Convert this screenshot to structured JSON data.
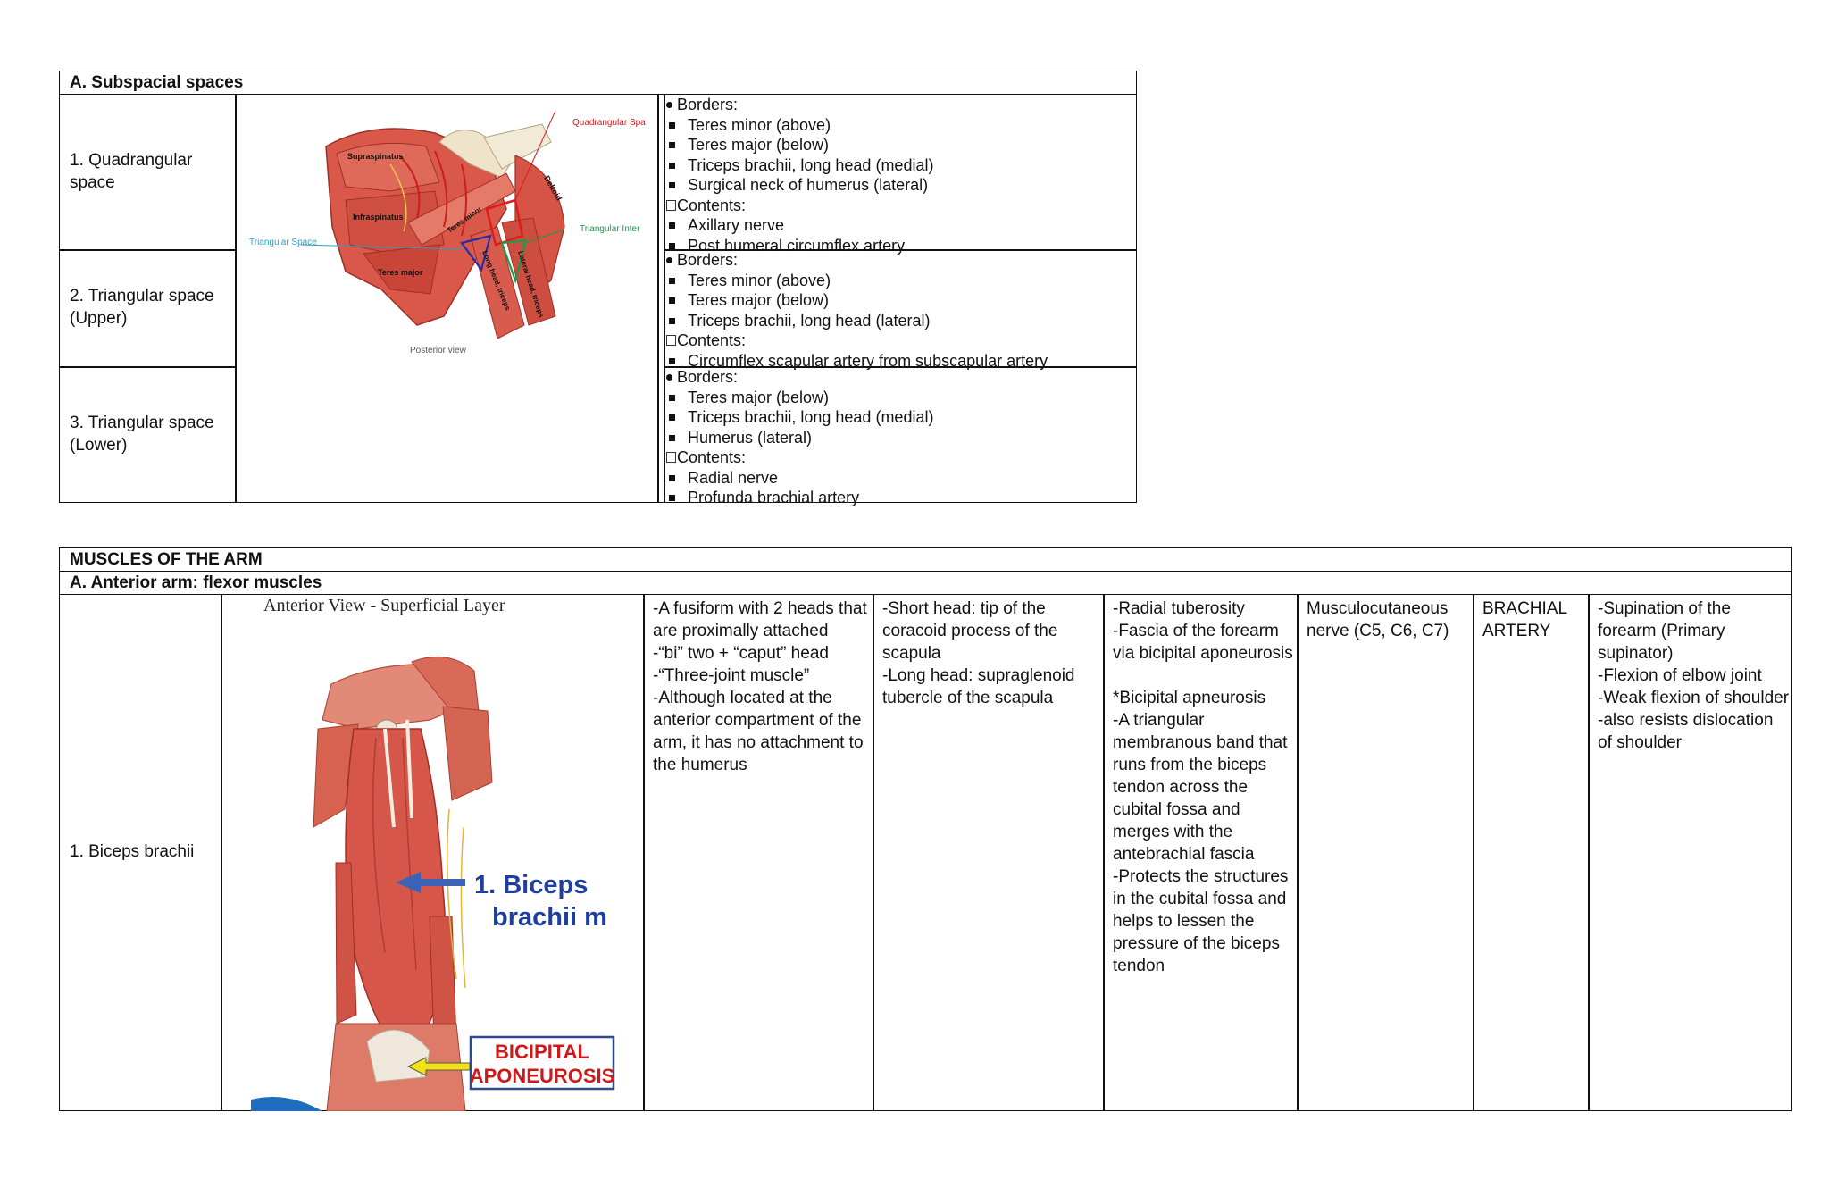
{
  "subspacial": {
    "heading": "A. Subspacial spaces",
    "rows": [
      {
        "name": "1. Quadrangular space",
        "borders_label": "Borders:",
        "borders": [
          "Teres minor (above)",
          "Teres major (below)",
          "Triceps brachii, long head (medial)",
          "Surgical neck of humerus (lateral)"
        ],
        "contents_label": "Contents:",
        "contents": [
          "Axillary nerve",
          "Post humeral circumflex artery"
        ]
      },
      {
        "name": "2. Triangular space (Upper)",
        "borders_label": "Borders:",
        "borders": [
          "Teres minor (above)",
          "Teres major (below)",
          "Triceps brachii, long head (lateral)"
        ],
        "contents_label": "Contents:",
        "contents": [
          "Circumflex scapular artery from subscapular artery"
        ]
      },
      {
        "name": "3. Triangular space (Lower)",
        "borders_label": "Borders:",
        "borders": [
          "Teres major (below)",
          "Triceps brachii, long head (medial)",
          "Humerus (lateral)"
        ],
        "contents_label": "Contents:",
        "contents": [
          "Radial nerve",
          "Profunda brachial artery"
        ]
      }
    ],
    "figure": {
      "supraspinatus": "Supraspinatus",
      "infraspinatus": "Infraspinatus",
      "teres_minor": "Teres minor",
      "teres_major": "Teres major",
      "long_head_triceps": "Long head, triceps",
      "lateral_head_triceps": "Lateral head, triceps",
      "deltoid": "Deltoid",
      "quadrangular": "Quadrangular Spa",
      "triangular_space": "Triangular Space",
      "triangular_inter": "Triangular Inter",
      "posterior_view": "Posterior view"
    }
  },
  "muscles": {
    "heading": "MUSCLES OF THE ARM",
    "subheading": "A. Anterior arm: flexor muscles",
    "row": {
      "name": "1. Biceps brachii",
      "description": "-A fusiform with 2 heads that\nare proximally attached\n  -“bi” two + “caput” head\n  -“Three-joint muscle”\n-Although located at the\nanterior compartment of the\narm, it has no attachment to\nthe humerus",
      "origin": "-Short head: tip of the\ncoracoid process of the\nscapula\n-Long head: supraglenoid\ntubercle of the scapula",
      "insertion": "-Radial tuberosity\n-Fascia of the forearm\nvia bicipital aponeurosis\n\n*Bicipital apneurosis\n-A triangular\nmembranous band that\nruns from the biceps\ntendon across the\ncubital fossa and\nmerges with the\nantebrachial fascia\n-Protects the structures\nin the cubital fossa and\nhelps to lessen the\npressure of the biceps\ntendon",
      "nerve": "Musculocutaneous\nnerve (C5, C6, C7)",
      "artery": "BRACHIAL\nARTERY",
      "action": "-Supination of the\nforearm (Primary\nsupinator)\n-Flexion of elbow joint\n-Weak flexion of shoulder\n  -also resists dislocation\nof shoulder"
    },
    "figure": {
      "title": "Anterior View - Superficial Layer",
      "label_line1": "1. Biceps",
      "label_line2": "brachii m",
      "box_line1": "BICIPITAL",
      "box_line2": "APONEUROSIS"
    }
  },
  "colors": {
    "muscle": "#d9584a",
    "muscle_dark": "#b03a30",
    "label_blue": "#1f3fa0",
    "box_red": "#d01818",
    "arrow_yellow": "#f2e312"
  }
}
